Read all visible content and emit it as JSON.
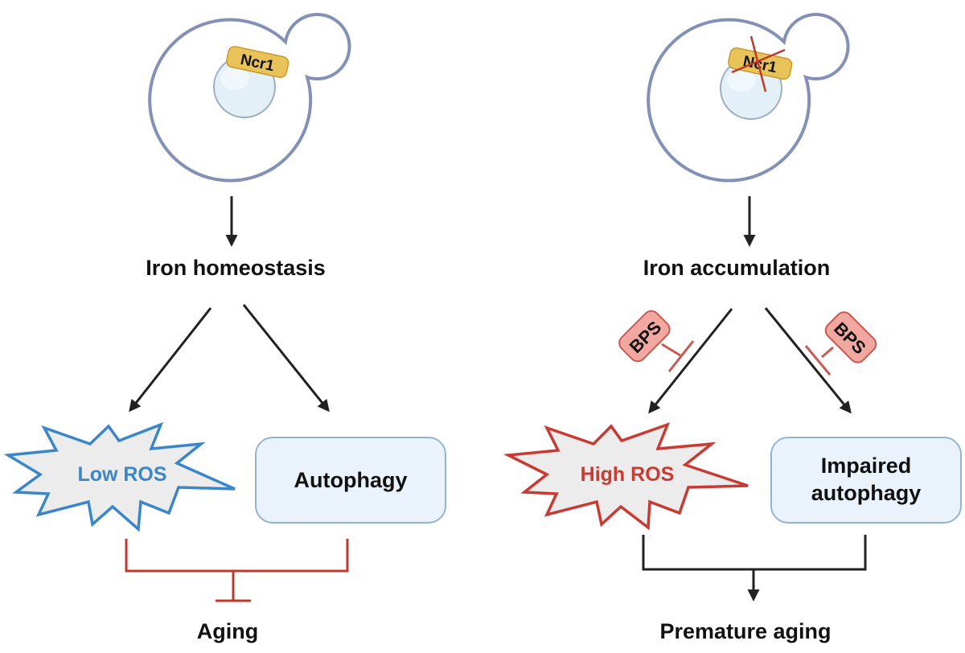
{
  "colors": {
    "cell_outline": "#8291b5",
    "nucleus_fill": "#e3f0f8",
    "nucleus_stroke": "#9cb0c0",
    "protein_fill": "#e7c35a",
    "arrow": "#222222",
    "inhibit": "#c0392b",
    "low_ros": "#3a86c8",
    "high_ros": "#c83a32",
    "burst_fill": "#ececec",
    "bps_fill": "#f2a7a1",
    "bps_stroke": "#c75a52",
    "box_fill": "#eaf3fb",
    "box_stroke": "#94b3d0"
  },
  "left_panel": {
    "protein_label": "Ncr1",
    "protein_deleted": false,
    "step1": "Iron homeostasis",
    "ros_label": "Low ROS",
    "autophagy_label": "Autophagy",
    "outcome": "Aging",
    "outcome_relation": "inhibits"
  },
  "right_panel": {
    "protein_label": "Ncr1",
    "protein_deleted": true,
    "step1": "Iron accumulation",
    "inhibitor_left": "BPS",
    "inhibitor_right": "BPS",
    "ros_label": "High ROS",
    "autophagy_label_line1": "Impaired",
    "autophagy_label_line2": "autophagy",
    "outcome": "Premature aging",
    "outcome_relation": "promotes"
  }
}
